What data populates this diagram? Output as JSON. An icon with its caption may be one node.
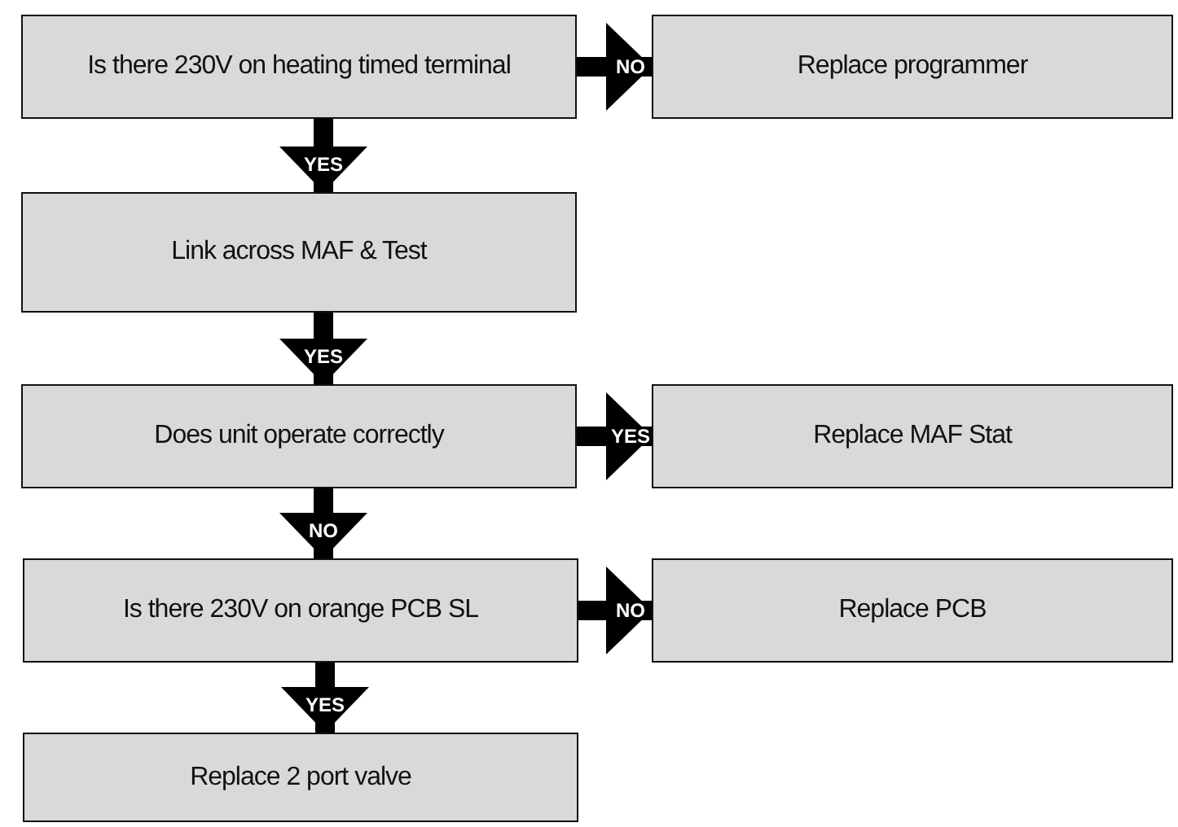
{
  "diagram": {
    "nodes": [
      {
        "text": [
          "Is there 230V on heating timed terminal"
        ]
      },
      {
        "text": [
          "Replace programmer"
        ]
      },
      {
        "text": [
          "Link across MAF & Test"
        ]
      },
      {
        "text": [
          "Does unit operate correctly"
        ]
      },
      {
        "text": [
          "Replace MAF Stat"
        ]
      },
      {
        "text": [
          "Is there 230V on orange PCB SL"
        ]
      },
      {
        "text": [
          "Replace PCB"
        ]
      },
      {
        "text": [
          "Replace 2 port valve"
        ]
      }
    ],
    "edges": [
      {
        "from": 0,
        "to": 1,
        "arrow": "to",
        "label": "NO"
      },
      {
        "from": 0,
        "to": 2,
        "arrow": "to",
        "label": "YES"
      },
      {
        "from": 2,
        "to": 3,
        "arrow": "to",
        "label": "YES"
      },
      {
        "from": 3,
        "to": 4,
        "arrow": "to",
        "label": "YES"
      },
      {
        "from": 3,
        "to": 5,
        "arrow": "to",
        "label": "NO"
      },
      {
        "from": 5,
        "to": 6,
        "arrow": "to",
        "label": "NO"
      },
      {
        "from": 5,
        "to": 7,
        "arrow": "to",
        "label": "YES"
      }
    ]
  }
}
